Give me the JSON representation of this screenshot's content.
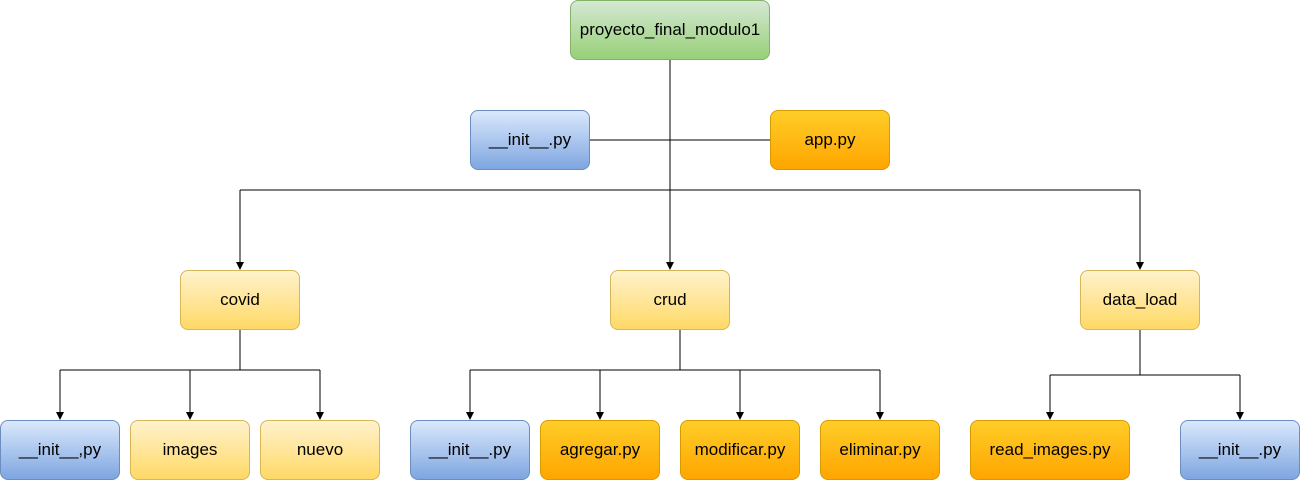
{
  "diagram": {
    "root": "proyecto_final_modulo1",
    "root_files": [
      "__init__.py",
      "app.py"
    ],
    "folders": [
      {
        "name": "covid",
        "children": [
          "__init__,py",
          "images",
          "nuevo"
        ]
      },
      {
        "name": "crud",
        "children": [
          "__init__.py",
          "agregar.py",
          "modificar.py",
          "eliminar.py"
        ]
      },
      {
        "name": "data_load",
        "children": [
          "read_images.py",
          "__init__.py"
        ]
      }
    ]
  },
  "colors": {
    "root_fill": "#97d077",
    "init_file_fill": "#7ea6e0",
    "py_file_fill": "#ffa500",
    "folder_fill": "#ffd966",
    "line": "#000000"
  }
}
